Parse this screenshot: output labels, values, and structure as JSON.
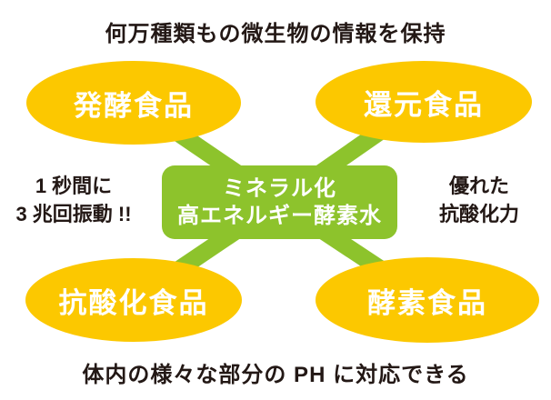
{
  "colors": {
    "yellow": "#FCC800",
    "green": "#8DC32C",
    "text_dark": "#231815",
    "text_light": "#FFFFFF",
    "background": "#FFFFFF"
  },
  "captions": {
    "top": "何万種類もの微生物の情報を保持",
    "bottom": "体内の様々な部分の PH に対応できる",
    "left_line1": "1 秒間に",
    "left_line2": "3 兆回振動 !!",
    "right_line1": "優れた",
    "right_line2": "抗酸化力"
  },
  "center": {
    "line1": "ミネラル化",
    "line2": "高エネルギー酵素水"
  },
  "nodes": [
    {
      "id": "top-left",
      "label": "発酵食品"
    },
    {
      "id": "top-right",
      "label": "還元食品"
    },
    {
      "id": "bottom-left",
      "label": "抗酸化食品"
    },
    {
      "id": "bottom-right",
      "label": "酵素食品"
    }
  ]
}
